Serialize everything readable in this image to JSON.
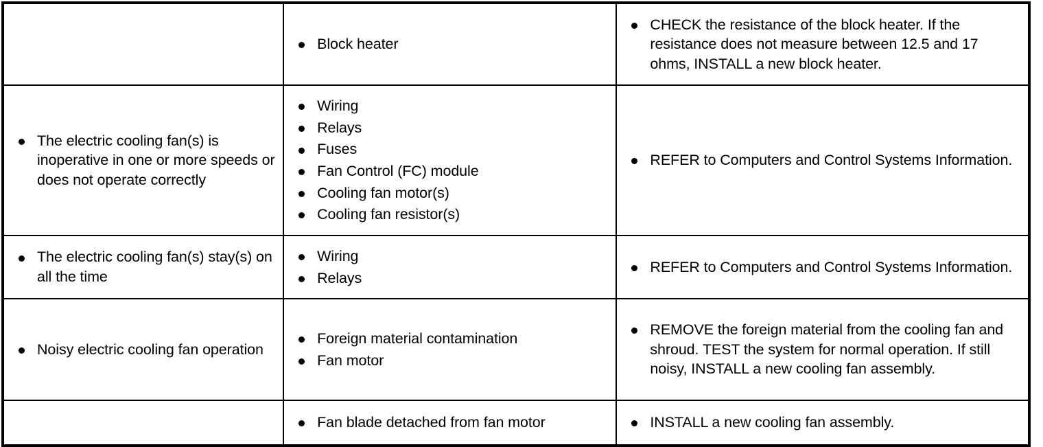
{
  "document": {
    "type": "diagnostic-symptom-chart",
    "bullet_glyph": "•",
    "text_color": "#000000",
    "background_color": "#ffffff",
    "border_color": "#000000"
  },
  "columns": [
    {
      "key": "condition",
      "header": ""
    },
    {
      "key": "possible_source",
      "header": ""
    },
    {
      "key": "action",
      "header": ""
    }
  ],
  "rows": [
    {
      "id": "block-heater",
      "condition": [],
      "possible_source": [
        "Block heater"
      ],
      "action": [
        "CHECK the resistance of the block heater. If the resistance does not measure between 12.5 and 17 ohms, INSTALL a new block heater."
      ]
    },
    {
      "id": "fans-inoperative",
      "condition": [
        "The electric cooling fan(s) is inoperative in one or more speeds or does not operate correctly"
      ],
      "possible_source": [
        "Wiring",
        "Relays",
        "Fuses",
        "Fan Control (FC) module",
        "Cooling fan motor(s)",
        "Cooling fan resistor(s)"
      ],
      "action": [
        "REFER to Computers and Control Systems Information."
      ]
    },
    {
      "id": "fans-stay-on",
      "condition": [
        "The electric cooling fan(s) stay(s) on all the time"
      ],
      "possible_source": [
        "Wiring",
        "Relays"
      ],
      "action": [
        "REFER to Computers and Control Systems Information."
      ]
    },
    {
      "id": "noisy-fan",
      "condition": [
        "Noisy electric cooling fan operation"
      ],
      "possible_source": [
        "Foreign material contamination",
        "Fan motor"
      ],
      "action": [
        "REMOVE the foreign material from the cooling fan and shroud. TEST the system for normal operation. If still noisy, INSTALL a new cooling fan assembly."
      ]
    },
    {
      "id": "fan-blade-detached",
      "condition": [],
      "possible_source": [
        "Fan blade detached from fan motor"
      ],
      "action": [
        "INSTALL a new cooling fan assembly."
      ]
    }
  ]
}
